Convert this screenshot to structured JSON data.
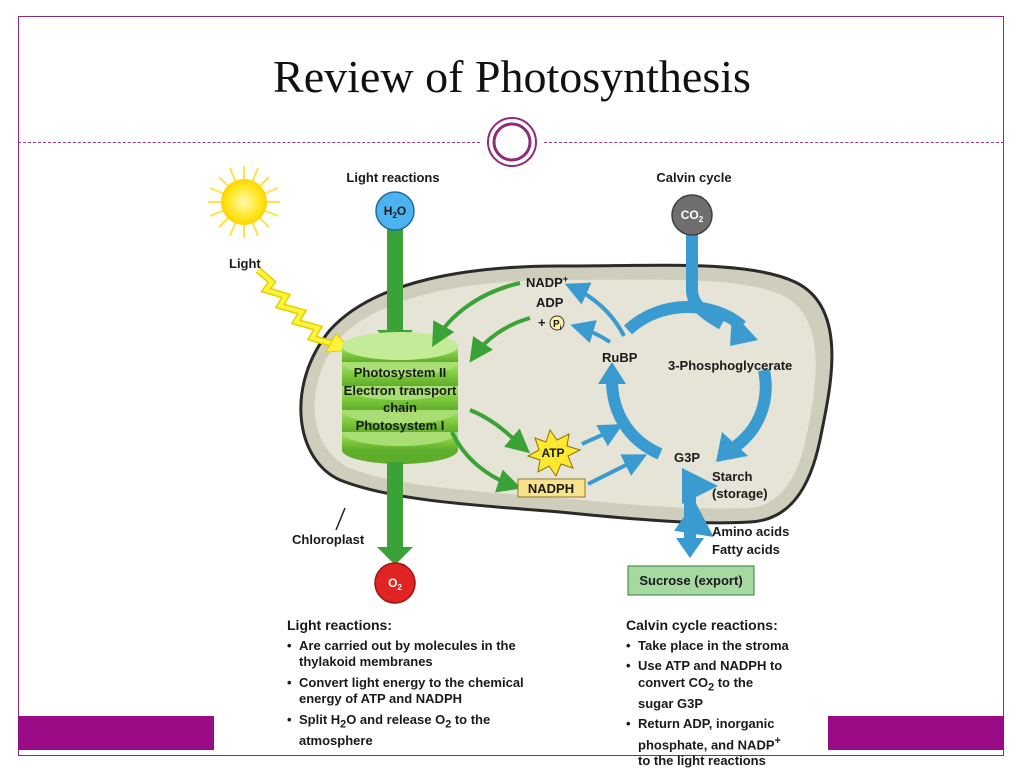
{
  "slide": {
    "title": "Review of Photosynthesis",
    "accent_color": "#9b0b85"
  },
  "diagram": {
    "light_reactions_label": "Light reactions",
    "calvin_cycle_label": "Calvin cycle",
    "light_label": "Light",
    "h2o_label": "H",
    "h2o_sub": "2",
    "h2o_end": "O",
    "co2_label": "CO",
    "co2_sub": "2",
    "o2_label": "O",
    "o2_sub": "2",
    "nadp_label": "NADP",
    "nadp_sup": "+",
    "adp_label": "ADP",
    "pi_prefix": "+",
    "pi_label": "P",
    "pi_sub": "i",
    "photosystem_lines": [
      "Photosystem II",
      "Electron transport",
      "chain",
      "Photosystem I"
    ],
    "atp_label": "ATP",
    "nadph_label": "NADPH",
    "rubp_label": "RuBP",
    "phosphoglycerate_label": "3-Phosphoglycerate",
    "g3p_label": "G3P",
    "starch_label": "Starch",
    "storage_label": "(storage)",
    "amino_acids_label": "Amino acids",
    "fatty_acids_label": "Fatty acids",
    "sucrose_label": "Sucrose (export)",
    "chloroplast_label": "Chloroplast"
  },
  "light_notes": {
    "heading": "Light reactions:",
    "b1_l1": "Are carried out by molecules in the",
    "b1_l2": "thylakoid membranes",
    "b2_l1": "Convert light energy to the chemical",
    "b2_l2": "energy of ATP and NADPH",
    "b3_a": "Split H",
    "b3_sub1": "2",
    "b3_b": "O and release O",
    "b3_sub2": "2",
    "b3_c": " to the",
    "b3_l2": "atmosphere"
  },
  "calvin_notes": {
    "heading": "Calvin cycle reactions:",
    "b1": "Take place in the stroma",
    "b2_l1": "Use ATP and NADPH to",
    "b2_a": "convert CO",
    "b2_sub": "2",
    "b2_b": " to the",
    "b2_l3": "sugar G3P",
    "b3_l1": "Return ADP, inorganic",
    "b3_a": "phosphate, and NADP",
    "b3_sup": "+",
    "b3_l3": "to the light reactions"
  }
}
